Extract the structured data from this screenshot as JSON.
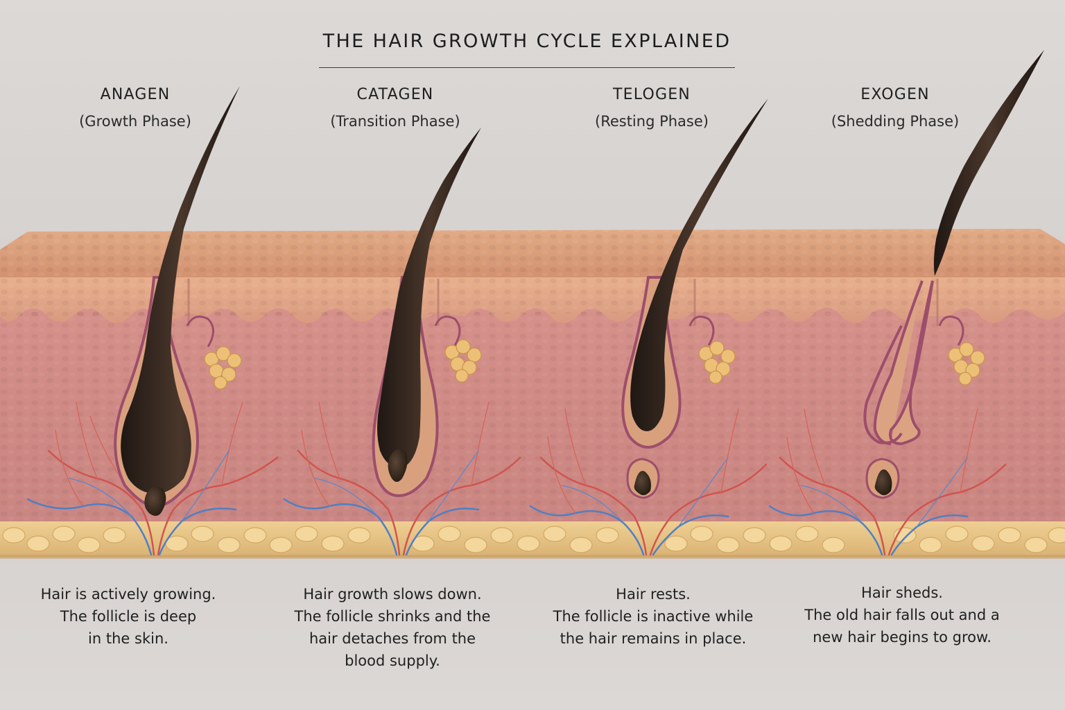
{
  "title": "THE HAIR GROWTH CYCLE EXPLAINED",
  "phases": [
    {
      "name": "ANAGEN",
      "subtitle": "(Growth Phase)",
      "description": [
        "Hair is actively growing.",
        "The follicle is deep",
        "in the skin."
      ]
    },
    {
      "name": "CATAGEN",
      "subtitle": "(Transition Phase)",
      "description": [
        "Hair growth slows down.",
        "The follicle shrinks and the",
        "hair detaches from the",
        "blood supply."
      ]
    },
    {
      "name": "TELOGEN",
      "subtitle": "(Resting Phase)",
      "description": [
        "Hair rests.",
        "The follicle is inactive while",
        "the hair remains in place."
      ]
    },
    {
      "name": "EXOGEN",
      "subtitle": "(Shedding Phase)",
      "description": [
        "Hair sheds.",
        "The old hair falls out and a",
        "new hair begins to grow."
      ]
    }
  ],
  "colors": {
    "skin_top": "#d99a74",
    "epidermis": "#e2a683",
    "dermis": "#d28e88",
    "fat": "#e8c587",
    "hair": "#2e221b",
    "artery": "#d0544e",
    "vein": "#4f7fc4",
    "gland": "#edc078"
  }
}
